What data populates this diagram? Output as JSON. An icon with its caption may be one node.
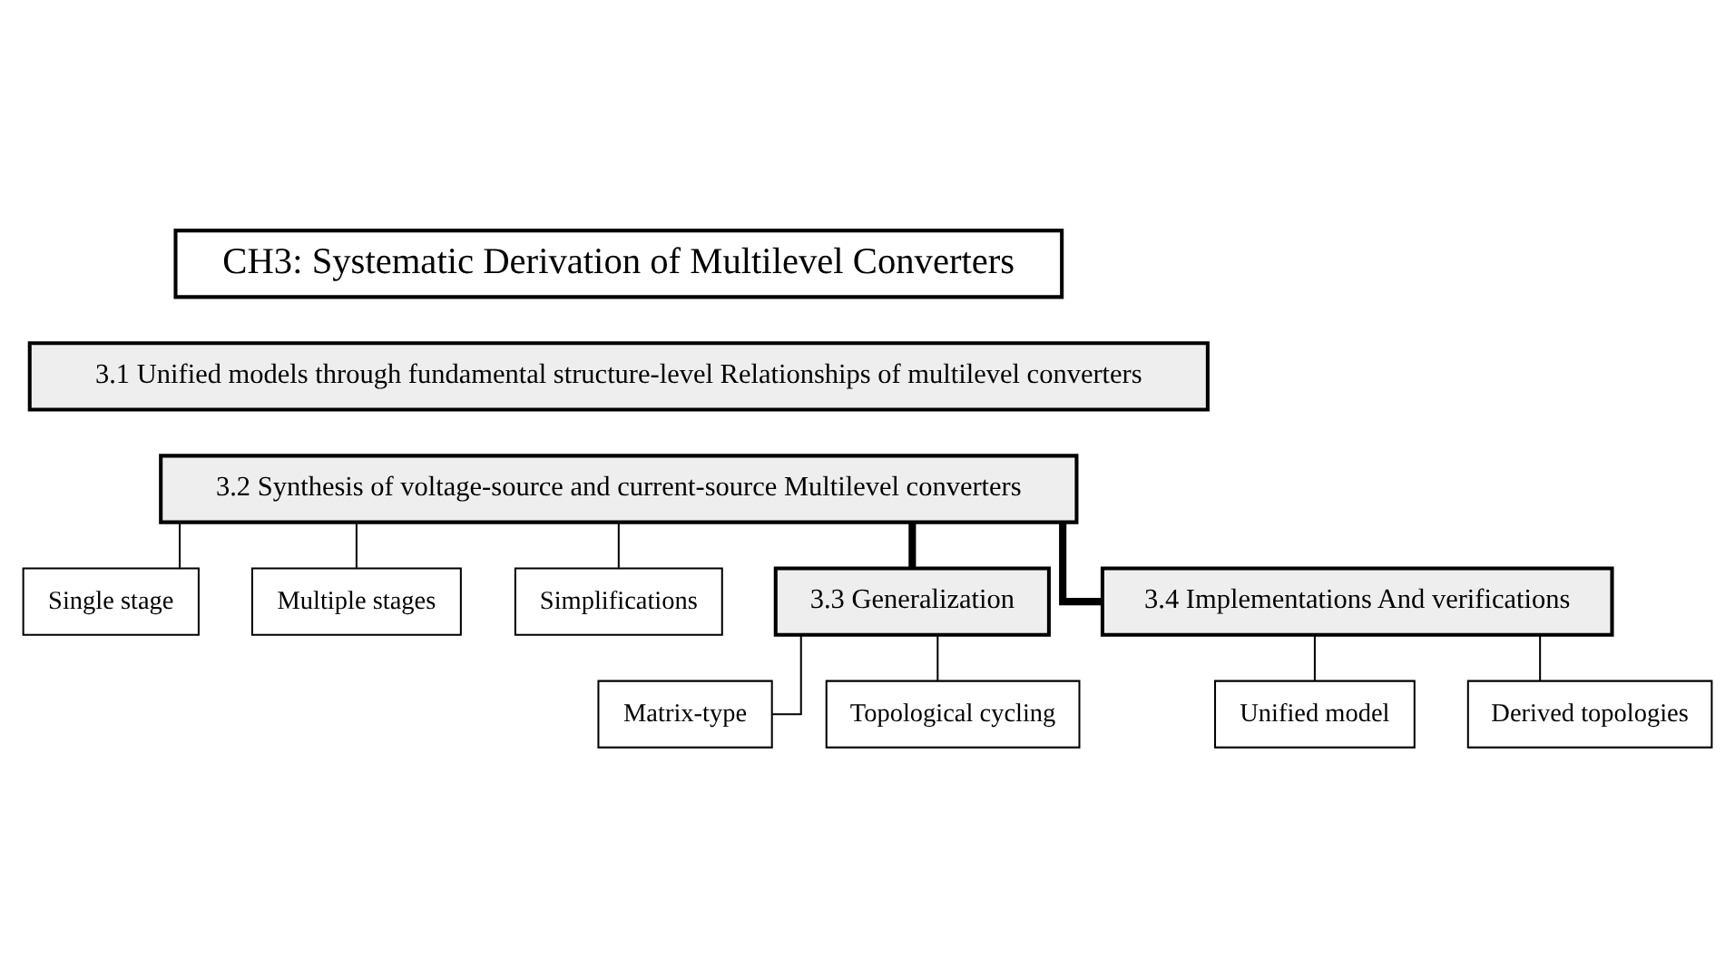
{
  "diagram": {
    "nodes": [
      {
        "text": [
          "CH3: Systematic Derivation of Multilevel Converters"
        ]
      },
      {
        "text": [
          "3.1 Unified models through fundamental structure-level Relationships of multilevel converters"
        ]
      },
      {
        "text": [
          "3.2 Synthesis of voltage-source and current-source Multilevel converters"
        ]
      },
      {
        "text": [
          "Single stage"
        ]
      },
      {
        "text": [
          "Multiple stages"
        ]
      },
      {
        "text": [
          "Simplifications"
        ]
      },
      {
        "text": [
          "3.3 Generalization"
        ]
      },
      {
        "text": [
          "3.4 Implementations And verifications"
        ]
      },
      {
        "text": [
          "Matrix-type"
        ]
      },
      {
        "text": [
          "Topological cycling"
        ]
      },
      {
        "text": [
          "Unified model"
        ]
      },
      {
        "text": [
          "Derived topologies"
        ]
      }
    ],
    "edges": [
      {
        "from": 2,
        "to": 3,
        "arrow": "none"
      },
      {
        "from": 2,
        "to": 4,
        "arrow": "none"
      },
      {
        "from": 2,
        "to": 5,
        "arrow": "none"
      },
      {
        "from": 2,
        "to": 6,
        "arrow": "none",
        "style": "thick"
      },
      {
        "from": 2,
        "to": 7,
        "arrow": "none",
        "style": "thick"
      },
      {
        "from": 6,
        "to": 8,
        "arrow": "none"
      },
      {
        "from": 6,
        "to": 9,
        "arrow": "none"
      },
      {
        "from": 7,
        "to": 10,
        "arrow": "none"
      },
      {
        "from": 7,
        "to": 11,
        "arrow": "none"
      }
    ]
  }
}
